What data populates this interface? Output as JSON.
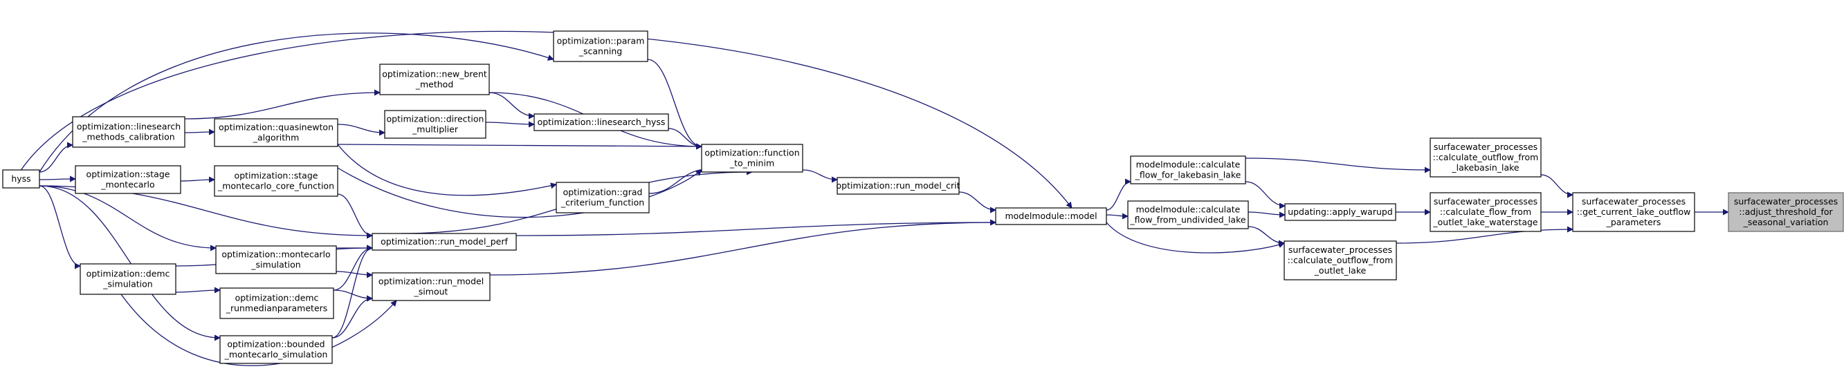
{
  "nodes": [
    {
      "id": "hyss",
      "lines": [
        "hyss"
      ]
    },
    {
      "id": "linesearch_cal",
      "lines": [
        "optimization::linesearch",
        "_methods_calibration"
      ]
    },
    {
      "id": "stage_mc",
      "lines": [
        "optimization::stage",
        "_montecarlo"
      ]
    },
    {
      "id": "demc_sim",
      "lines": [
        "optimization::demc",
        "_simulation"
      ]
    },
    {
      "id": "new_brent",
      "lines": [
        "optimization::new_brent",
        "_method"
      ]
    },
    {
      "id": "quasinewton",
      "lines": [
        "optimization::quasinewton",
        "_algorithm"
      ]
    },
    {
      "id": "stage_mc_core",
      "lines": [
        "optimization::stage",
        "_montecarlo_core_function"
      ]
    },
    {
      "id": "mc_sim",
      "lines": [
        "optimization::montecarlo",
        "_simulation"
      ]
    },
    {
      "id": "demc_runmed",
      "lines": [
        "optimization::demc",
        "_runmedianparameters"
      ]
    },
    {
      "id": "bounded_mc",
      "lines": [
        "optimization::bounded",
        "_montecarlo_simulation"
      ]
    },
    {
      "id": "param_scan",
      "lines": [
        "optimization::param",
        "_scanning"
      ]
    },
    {
      "id": "direction_mult",
      "lines": [
        "optimization::direction",
        "_multiplier"
      ]
    },
    {
      "id": "linesearch_hyss",
      "lines": [
        "optimization::linesearch_hyss"
      ]
    },
    {
      "id": "grad_crit",
      "lines": [
        "optimization::grad",
        "_criterium_function"
      ]
    },
    {
      "id": "run_model_perf",
      "lines": [
        "optimization::run_model_perf"
      ]
    },
    {
      "id": "run_model_simout",
      "lines": [
        "optimization::run_model",
        "_simout"
      ]
    },
    {
      "id": "function_to_minim",
      "lines": [
        "optimization::function",
        "_to_minim"
      ]
    },
    {
      "id": "run_model_crit",
      "lines": [
        "optimization::run_model_crit"
      ]
    },
    {
      "id": "model",
      "lines": [
        "modelmodule::model"
      ]
    },
    {
      "id": "calc_flow_lakebasin",
      "lines": [
        "modelmodule::calculate",
        "_flow_for_lakebasin_lake"
      ]
    },
    {
      "id": "calc_flow_undivided",
      "lines": [
        "modelmodule::calculate",
        "_flow_from_undivided_lake"
      ]
    },
    {
      "id": "apply_warupd",
      "lines": [
        "updating::apply_warupd"
      ]
    },
    {
      "id": "calc_outflow_outlet",
      "lines": [
        "surfacewater_processes",
        "::calculate_outflow_from",
        "_outlet_lake"
      ]
    },
    {
      "id": "calc_outflow_lakebasin",
      "lines": [
        "surfacewater_processes",
        "::calculate_outflow_from",
        "_lakebasin_lake"
      ]
    },
    {
      "id": "calc_flow_outlet_ws",
      "lines": [
        "surfacewater_processes",
        "::calculate_flow_from",
        "_outlet_lake_waterstage"
      ]
    },
    {
      "id": "get_current",
      "lines": [
        "surfacewater_processes",
        "::get_current_lake_outflow",
        "_parameters"
      ]
    },
    {
      "id": "adjust_threshold",
      "lines": [
        "surfacewater_processes",
        "::adjust_threshold_for",
        "_seasonal_variation"
      ]
    }
  ],
  "edges": [
    [
      "hyss",
      "model"
    ],
    [
      "hyss",
      "param_scan"
    ],
    [
      "hyss",
      "linesearch_cal"
    ],
    [
      "hyss",
      "stage_mc"
    ],
    [
      "hyss",
      "mc_sim"
    ],
    [
      "hyss",
      "run_model_perf"
    ],
    [
      "hyss",
      "demc_sim"
    ],
    [
      "hyss",
      "bounded_mc"
    ],
    [
      "linesearch_cal",
      "new_brent"
    ],
    [
      "linesearch_cal",
      "quasinewton"
    ],
    [
      "stage_mc",
      "stage_mc_core"
    ],
    [
      "demc_sim",
      "run_model_perf"
    ],
    [
      "demc_sim",
      "demc_runmed"
    ],
    [
      "demc_sim",
      "run_model_simout"
    ],
    [
      "quasinewton",
      "direction_mult"
    ],
    [
      "quasinewton",
      "function_to_minim"
    ],
    [
      "quasinewton",
      "grad_crit"
    ],
    [
      "new_brent",
      "linesearch_hyss"
    ],
    [
      "new_brent",
      "function_to_minim"
    ],
    [
      "direction_mult",
      "linesearch_hyss"
    ],
    [
      "stage_mc_core",
      "run_model_perf"
    ],
    [
      "stage_mc_core",
      "function_to_minim"
    ],
    [
      "mc_sim",
      "run_model_perf"
    ],
    [
      "mc_sim",
      "run_model_simout"
    ],
    [
      "demc_runmed",
      "run_model_perf"
    ],
    [
      "demc_runmed",
      "run_model_simout"
    ],
    [
      "bounded_mc",
      "run_model_perf"
    ],
    [
      "bounded_mc",
      "run_model_simout"
    ],
    [
      "param_scan",
      "function_to_minim"
    ],
    [
      "linesearch_hyss",
      "function_to_minim"
    ],
    [
      "grad_crit",
      "function_to_minim"
    ],
    [
      "run_model_perf",
      "function_to_minim"
    ],
    [
      "run_model_perf",
      "model"
    ],
    [
      "run_model_simout",
      "model"
    ],
    [
      "function_to_minim",
      "run_model_crit"
    ],
    [
      "run_model_crit",
      "model"
    ],
    [
      "model",
      "calc_flow_lakebasin"
    ],
    [
      "model",
      "calc_flow_undivided"
    ],
    [
      "model",
      "calc_outflow_outlet"
    ],
    [
      "calc_flow_lakebasin",
      "calc_outflow_lakebasin"
    ],
    [
      "calc_flow_lakebasin",
      "apply_warupd"
    ],
    [
      "calc_flow_undivided",
      "apply_warupd"
    ],
    [
      "calc_flow_undivided",
      "calc_outflow_outlet"
    ],
    [
      "apply_warupd",
      "calc_flow_outlet_ws"
    ],
    [
      "calc_outflow_lakebasin",
      "get_current"
    ],
    [
      "calc_flow_outlet_ws",
      "get_current"
    ],
    [
      "calc_outflow_outlet",
      "get_current"
    ],
    [
      "get_current",
      "adjust_threshold"
    ]
  ]
}
